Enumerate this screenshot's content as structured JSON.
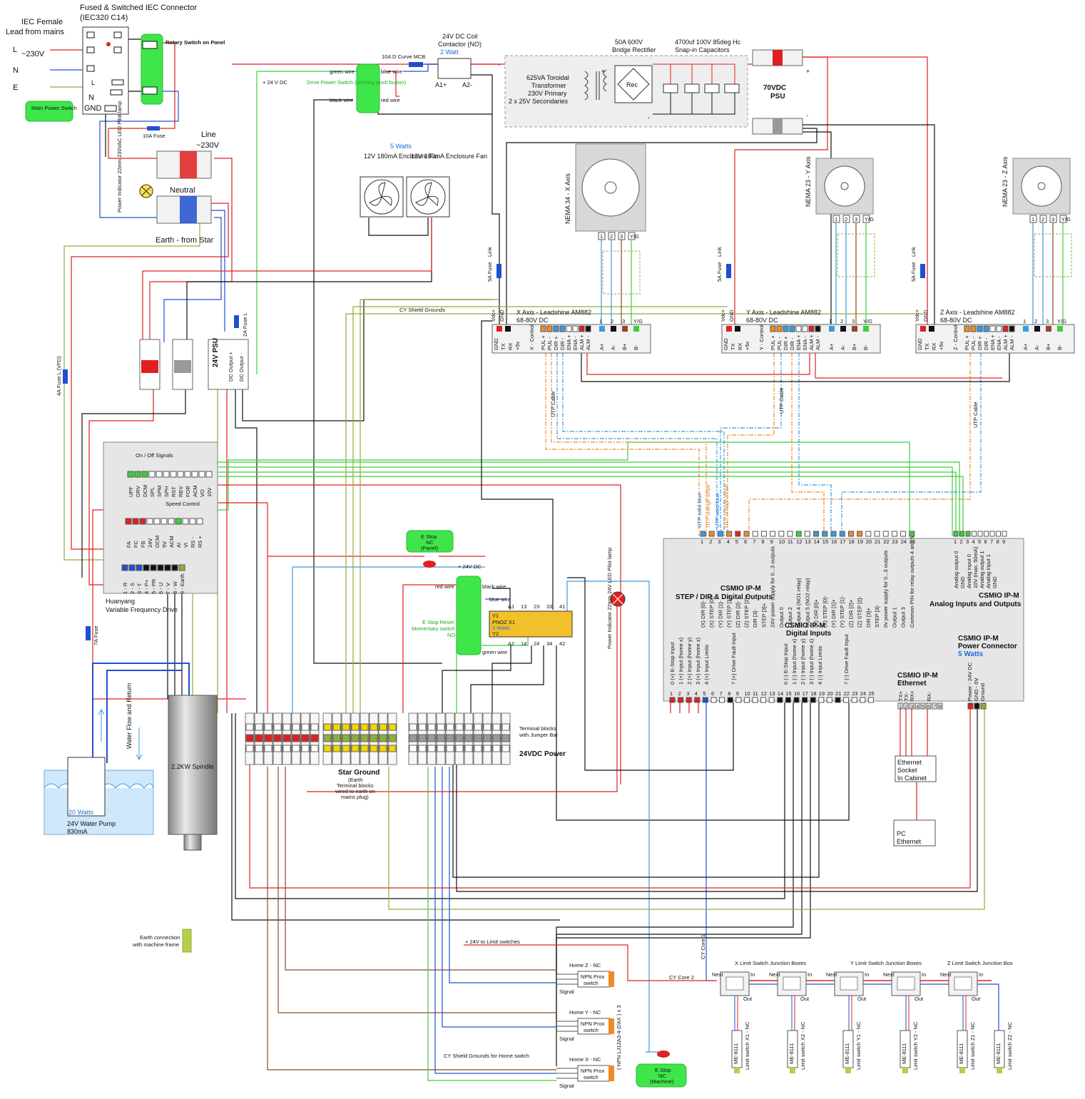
{
  "mains": {
    "iec_title": "IEC Female Lead from mains",
    "iec_title_1": "IEC Female",
    "iec_title_2": "Lead from mains",
    "connector_title_1": "Fused & Switched IEC Connector",
    "connector_title_2": "(IEC320 C14)",
    "l": "L",
    "voltage": "~230V",
    "n": "N",
    "e": "E",
    "inner_l": "L",
    "inner_n": "N",
    "inner_gnd": "GND",
    "rotary_switch": "Rotary Switch on Panel",
    "main_power_switch": "Main Power Switch",
    "fuse_10a": "10A Fuse"
  },
  "distribution": {
    "line": "Line",
    "line_voltage": "~230V",
    "neutral": "Neutral",
    "earth": "Earth - from Star",
    "pilot_lamp": "Power Indicator 22mm 230VAC LED Pilot lamp",
    "fuse_4a": "4A Fuse L (VFD)",
    "fuse_2a": "2A Fuse L",
    "fuse_7a": "7A Fuse"
  },
  "psu24": {
    "title": "24V PSU",
    "dc_out_pos": "DC Output +",
    "dc_out_neg": "DC Output -"
  },
  "contactor": {
    "title_1": "24V DC Coil",
    "title_2": "Contactor (NO)",
    "watts": "2 Watt",
    "mcb": "10A D Curve MCB",
    "a1": "A1+",
    "a2": "A2-",
    "green_wire": "green wire",
    "blue_wire": "blue wire",
    "black_wire": "black wire",
    "red_wire": "red wire",
    "drive_switch": "Drive Power Switch (latching push button)",
    "plus24": "+ 24 V DC"
  },
  "fans": {
    "watts": "5 Watts",
    "fan1": "12V 180mA Enclosure Fan",
    "fan2": "12V 180mA Enclosure Fan"
  },
  "transformer": {
    "text": "625VA Toroidal Transformer 230V Primary 2 x 25V Secondaries",
    "rectifier_1": "50A 600V",
    "rectifier_2": "Bridge Rectifier",
    "rec": "Rec",
    "caps_1": "4700uf 100V 85deg Hc",
    "caps_2": "Snap-in Capacitors",
    "psu70": "70VDC PSU",
    "plus": "+",
    "minus": "-"
  },
  "motors": [
    {
      "name": "NEMA 34 - X Axis",
      "pins": [
        "1",
        "2",
        "3",
        "Y/G"
      ]
    },
    {
      "name": "NEMA 23 - Y Axis",
      "pins": [
        "1",
        "2",
        "3",
        "Y/G"
      ]
    },
    {
      "name": "NEMA 23 - Z Axis",
      "pins": [
        "1",
        "2",
        "3",
        "Y/G"
      ]
    }
  ],
  "drives": [
    {
      "title": "X Axis - Leadshine AM882",
      "voltage": "68-80V DC",
      "control": "X - Control",
      "fuse": "5A Fuse",
      "link": "Link"
    },
    {
      "title": "Y Axis - Leadshine AM882",
      "voltage": "68-80V DC",
      "control": "Y - Control",
      "fuse": "5A Fuse",
      "link": "Link"
    },
    {
      "title": "Z Axis - Leadshine AM882",
      "voltage": "68-80V DC",
      "control": "Z - Control",
      "fuse": "5A Fuse",
      "link": "Link"
    }
  ],
  "drive_pins": {
    "power": [
      "Vdc+",
      "GND"
    ],
    "motor": [
      "A+",
      "A-",
      "B+",
      "B-"
    ],
    "motor_nums": [
      "1",
      "2",
      "3",
      "Y/G"
    ],
    "serial": [
      "GND",
      "TX",
      "RX",
      "+5v"
    ],
    "control": [
      "PUL +",
      "PUL -",
      "DIR +",
      "DIR -",
      "ENA +",
      "ENA -",
      "ALM +",
      "ALM -"
    ]
  },
  "cy_shield": "CY Shield Grounds",
  "utp_cable": "UTP Cable",
  "vfd": {
    "on_off": "On / Off Signals",
    "speed": "Speed Control",
    "top_pins": [
      "UPF",
      "DRV",
      "DCM",
      "SPL",
      "SPM",
      "SPH",
      "RST",
      "REV",
      "FOR",
      "ACM",
      "VO",
      "10V"
    ],
    "mid_pins": [
      "FA",
      "FC",
      "FB",
      "24V",
      "DCM",
      "5V",
      "ACM",
      "AI",
      "VI",
      "RS -",
      "RS +"
    ],
    "power_pins": [
      "1 - R",
      "2 - S",
      "3 - T",
      "4 - P+",
      "5 - PR",
      "6 - U",
      "7 - V",
      "8 - W",
      "9 - Earth"
    ],
    "title_1": "Huanyang",
    "title_2": "Variable Frequency Drive"
  },
  "pump": {
    "water": "Water Flow and Return",
    "watts": "20 Watts",
    "name": "24V Water Pump",
    "current": "830mA"
  },
  "spindle": "2.2KW Spindle",
  "estop_panel": "E Stop NC (Panel)",
  "estop_machine": "E Stop NC (Machine)",
  "pnoz": {
    "plus24": "+ 24V DC",
    "red_wire": "red wire",
    "black_wire": "black wire",
    "blue_wire": "blue wire",
    "green_wire": "green wire",
    "reset": "E Stop Reset Momentary switch NO",
    "top_terms": [
      "A1",
      "13",
      "23",
      "33",
      "41"
    ],
    "bot_terms": [
      "A2",
      "14",
      "24",
      "34",
      "42"
    ],
    "y1": "Y1",
    "name": "PNOZ X1",
    "watts": "2 Watts",
    "y2": "Y2",
    "pilot": "Power Indicator 22mm 24V LED Pilot lamp"
  },
  "terminals": {
    "star_ground": "Star Ground",
    "star_sub": "(Earth Terminal blocks wired to earth on mains plug)",
    "jumper": "Terminal blocks with Jumper Bar",
    "dc24": "24VDC Power"
  },
  "csmio": {
    "title_1": "CSMIO IP-M",
    "title_2": "STEP / DIR & Digital Outputs",
    "top_nums": [
      "1",
      "2",
      "3",
      "4",
      "5",
      "6",
      "7",
      "8",
      "9",
      "10",
      "11",
      "12",
      "13",
      "14",
      "15",
      "16",
      "17",
      "18",
      "19",
      "20",
      "21",
      "22",
      "23",
      "24",
      "25"
    ],
    "top_labels": [
      "(X) DIR [0]-",
      "(X) STEP [0]+",
      "(Y) DIR [1]-",
      "(Y) STEP [1]+",
      "(Z) DIR [2]-",
      "(Z) STEP [2]+",
      "DIR [3]-",
      "STEP [3]+",
      "24V power supply for 0...3 outputs",
      "Output 0",
      "Output 2",
      "Output 4 (NO1 relay)",
      "Output 5 (NO2 relay)",
      "(X) DIR [0]+",
      "(X) STEP [0]-",
      "(Y) DIR [1]+",
      "(Y) STEP [1]-",
      "(Z) DIR [2]+",
      "(Z) STEP [2]-",
      "DIR [3]+",
      "STEP [3]-",
      "0v power supply for 0...3 outputs",
      "Output 1",
      "Output 3",
      "Common PIN for relay outputs 4 and 5"
    ],
    "utp_labels": [
      "UTP solid blue",
      "UTP orange stripe",
      "UTP solid blue",
      "UTP orange stripe"
    ],
    "analog_title_1": "CSMIO IP-M",
    "analog_title_2": "Analog Inputs and Outputs",
    "analog_nums": [
      "1",
      "2",
      "3",
      "4",
      "5",
      "6",
      "7",
      "8",
      "9"
    ],
    "analog_labels": [
      "Analog output 0",
      "GND",
      "Analog input 0",
      "10V (max. 50mA)",
      "Analog output 1",
      "Analog input 1",
      "GND"
    ],
    "digital_title_1": "CSMIO IP-M",
    "digital_title_2": "Digital Inputs",
    "bottom_nums": [
      "1",
      "2",
      "3",
      "4",
      "5",
      "6",
      "7",
      "8",
      "9",
      "10",
      "11",
      "12",
      "13",
      "14",
      "15",
      "16",
      "17",
      "18",
      "19",
      "20",
      "21",
      "22",
      "23",
      "24",
      "25"
    ],
    "bottom_labels": [
      "0 (+) E-Stop Input",
      "1 (+) Input (home x)",
      "2 (+) Input (home y)",
      "3 (+) Input (home z)",
      "4 (+) Input Limits",
      "7 (+) Drive Fault Input",
      "0 (-) E-Stop Input",
      "1 (-) Input (home x)",
      "2 (-) Input (home y)",
      "3 (-) Input (home z)",
      "4 (-) Input Limits",
      "7 (-) Drive Fault Input"
    ],
    "power_title_1": "CSMIO IP-M",
    "power_title_2": "Power Connector",
    "power_watts": "5 Watts",
    "power_labels": [
      "Power - 24V DC",
      "GND - 0V",
      "Ground"
    ],
    "eth_title_1": "CSMIO IP-M",
    "eth_title_2": "Ethernet",
    "eth_labels": [
      "TX+",
      "TX-",
      "RX+",
      "RX-"
    ],
    "eth_nums": [
      "1",
      "2",
      "3",
      "4",
      "5",
      "6",
      "7",
      "8"
    ]
  },
  "ethernet": {
    "socket": "Ethernet Socket In Cabinet",
    "pc": "PC Ethernet"
  },
  "earth_frame": "Earth connection with machine frame",
  "limit_feed": "+ 24V to Limit switches",
  "home_shield": "CY Shield Grounds for Home switch",
  "npn_multi": "( NPN LJ12A3-4-Z/AX ) x 3",
  "home": [
    {
      "label": "Home Z - NC",
      "sensor": "NPN Prox switch",
      "signal": "Signal"
    },
    {
      "label": "Home Y - NC",
      "sensor": "NPN Prox switch",
      "signal": "Signal"
    },
    {
      "label": "Home X - NC",
      "sensor": "NPN Prox switch",
      "signal": "Signal"
    }
  ],
  "limits": {
    "cy_core1": "CY Core 1",
    "cy_core2": "CY Core 2",
    "jb_titles": [
      "X Limit Switch Junction Boxes",
      "Y Limit Switch Junction Boxes",
      "Z Limit Switch Junction Box"
    ],
    "next": "Next",
    "in": "In",
    "out": "Out",
    "switch_part": "ME-8111",
    "switches": [
      "Limit switch X1 - NC",
      "Limit switch X2 - NC",
      "Limit switch Y1 - NC",
      "Limit switch Y2 - NC",
      "Limit switch Z1 - NC",
      "Limit switch Z2 - NC"
    ]
  },
  "colors": {
    "red": "#e02020",
    "blue": "#2050d0",
    "black": "#111111",
    "green": "#3ccf3c",
    "orange": "#f08c28",
    "lightblue": "#3a9be0",
    "olive": "#8fae3a",
    "brown": "#8b4a2b"
  }
}
